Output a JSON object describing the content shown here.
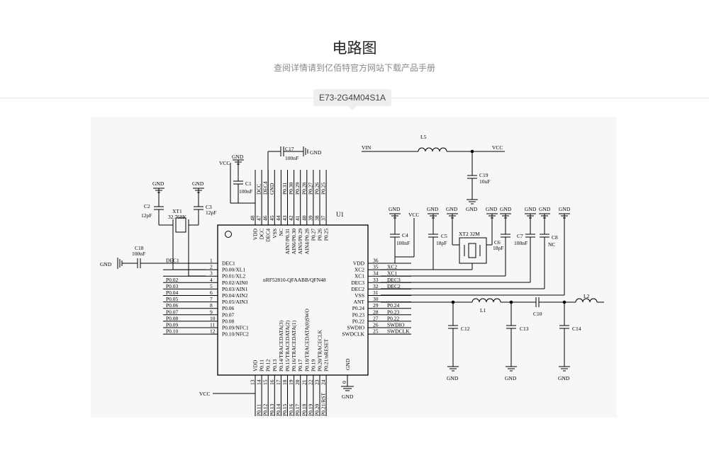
{
  "header": {
    "title": "电路图",
    "subtitle": "查阅详情请到亿佰特官方网站下载产品手册",
    "tab_label": "E73-2G4M04S1A"
  },
  "schematic": {
    "chip": {
      "ref": "U1",
      "part": "nRF52810-QFAABB/QFN48"
    },
    "left_pins": [
      {
        "num": "1",
        "name": "DEC1",
        "net": "DEC1"
      },
      {
        "num": "2",
        "name": "P0.00/XL1",
        "net": ""
      },
      {
        "num": "3",
        "name": "P0.01/XL2",
        "net": ""
      },
      {
        "num": "4",
        "name": "P0.02/AIN0",
        "net": "P0.02"
      },
      {
        "num": "5",
        "name": "P0.03/AIN1",
        "net": "P0.03"
      },
      {
        "num": "6",
        "name": "P0.04/AIN2",
        "net": "P0.04"
      },
      {
        "num": "7",
        "name": "P0.05/AIN3",
        "net": "P0.05"
      },
      {
        "num": "8",
        "name": "P0.06",
        "net": "P0.06"
      },
      {
        "num": "9",
        "name": "P0.07",
        "net": "P0.07"
      },
      {
        "num": "10",
        "name": "P0.08",
        "net": "P0.08"
      },
      {
        "num": "11",
        "name": "P0.09/NFC1",
        "net": "P0.09"
      },
      {
        "num": "12",
        "name": "P0.10/NFC2",
        "net": "P0.10"
      }
    ],
    "right_pins": [
      {
        "num": "36",
        "name": "VDD",
        "net": ""
      },
      {
        "num": "35",
        "name": "XC2",
        "net": "XC2"
      },
      {
        "num": "34",
        "name": "XC1",
        "net": "XC1"
      },
      {
        "num": "33",
        "name": "DEC3",
        "net": "DEC3"
      },
      {
        "num": "32",
        "name": "DEC2",
        "net": "DEC2"
      },
      {
        "num": "31",
        "name": "VSS",
        "net": ""
      },
      {
        "num": "30",
        "name": "ANT",
        "net": ""
      },
      {
        "num": "29",
        "name": "P0.24",
        "net": "P0.24"
      },
      {
        "num": "28",
        "name": "P0.23",
        "net": "P0.23"
      },
      {
        "num": "27",
        "name": "P0.22",
        "net": "P0.22"
      },
      {
        "num": "26",
        "name": "SWDIO",
        "net": "SWDIO"
      },
      {
        "num": "25",
        "name": "SWDCLK",
        "net": "SWDCLK"
      }
    ],
    "top_pins": [
      {
        "num": "48",
        "name": "VDD",
        "net": ""
      },
      {
        "num": "47",
        "name": "DCC",
        "net": "DCC"
      },
      {
        "num": "46",
        "name": "DEC4",
        "net": "DEC4"
      },
      {
        "num": "45",
        "name": "VSS",
        "net": "GND"
      },
      {
        "num": "44",
        "name": "NC",
        "net": ""
      },
      {
        "num": "43",
        "name": "AIN7/P0.31",
        "net": "P0.31"
      },
      {
        "num": "42",
        "name": "AIN6/P0.30",
        "net": "P0.30"
      },
      {
        "num": "41",
        "name": "AIN5/P0.29",
        "net": "P0.29"
      },
      {
        "num": "40",
        "name": "AIN4/P0.28",
        "net": "P0.28"
      },
      {
        "num": "39",
        "name": "P0.27",
        "net": "P0.27"
      },
      {
        "num": "38",
        "name": "P0.26",
        "net": "P0.26"
      },
      {
        "num": "37",
        "name": "P0.25",
        "net": "P0.25"
      }
    ],
    "bottom_pins": [
      {
        "num": "13",
        "name": "VDD",
        "net": ""
      },
      {
        "num": "14",
        "name": "P0.11",
        "net": "P0.11"
      },
      {
        "num": "15",
        "name": "P0.12",
        "net": "P0.12"
      },
      {
        "num": "16",
        "name": "P0.13",
        "net": "P0.13"
      },
      {
        "num": "17",
        "name": "P0.14/TRACEDATA(3)",
        "net": "P0.14"
      },
      {
        "num": "18",
        "name": "P0.15/TRACEDATA(2)",
        "net": "P0.15"
      },
      {
        "num": "19",
        "name": "P0.16/TRACEDATA(1)",
        "net": "P0.16"
      },
      {
        "num": "20",
        "name": "P0.17",
        "net": "P0.17"
      },
      {
        "num": "21",
        "name": "P0.18/TRACEDATA(0)SWO",
        "net": "P0.18"
      },
      {
        "num": "22",
        "name": "P0.19",
        "net": "P0.19"
      },
      {
        "num": "23",
        "name": "P0.20/TRACECLK",
        "net": "P0.20"
      },
      {
        "num": "24",
        "name": "P0.21/nRESET",
        "net": "P0.21/RST"
      }
    ],
    "gnd_pin": {
      "num": "0",
      "name": "GND"
    },
    "labels": {
      "vcc": "VCC",
      "gnd": "GND",
      "vin": "VIN",
      "nc": "NC",
      "c1": "C1",
      "c1_val": "100nF",
      "c2": "C2",
      "c2_val": "12pF",
      "c3": "C3",
      "c3_val": "12pF",
      "c4": "C4",
      "c4_val": "100nF",
      "c5": "C5",
      "c5_val": "18pF",
      "c6": "C6",
      "c6_val": "18pF",
      "c7": "C7",
      "c7_val": "100nF",
      "c8": "C8",
      "c10": "C10",
      "c12": "C12",
      "c13": "C13",
      "c14": "C14",
      "c17": "C17",
      "c17_val": "100nF",
      "c18": "C18",
      "c18_val": "100nF",
      "c19": "C19",
      "c19_val": "10uF",
      "xt1": "XT1",
      "xt1_val": "32.768K",
      "xt2": "XT2 32M",
      "l1": "L1",
      "l2": "L2",
      "l5": "L5"
    }
  }
}
